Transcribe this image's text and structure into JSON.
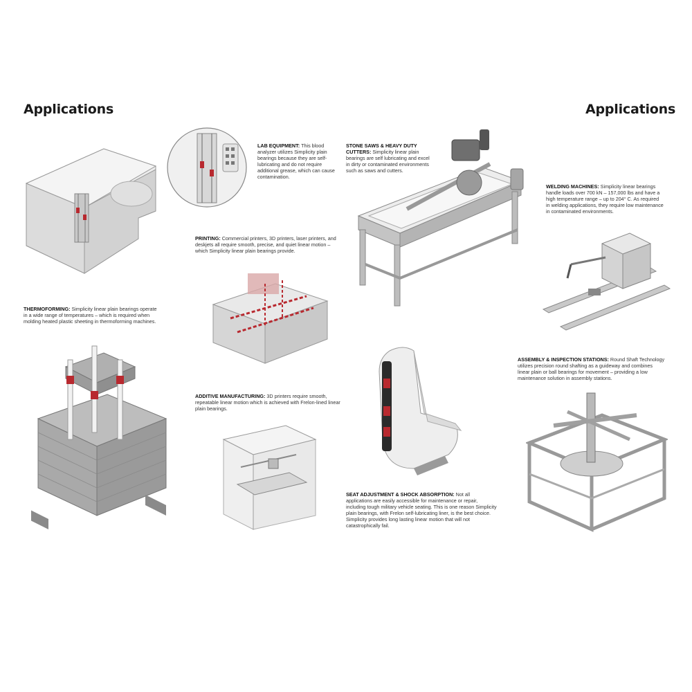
{
  "page": {
    "title_left": "Applications",
    "title_right": "Applications"
  },
  "captions": {
    "lab_equipment": {
      "heading": "LAB EQUIPMENT:",
      "body": "This blood analyzer utilizes Simplicity plain bearings because they are self-lubricating and do not require additional grease, which can cause contamination."
    },
    "stone_saws": {
      "heading": "STONE SAWS & HEAVY DUTY CUTTERS:",
      "body": "Simplicity linear plain bearings are self lubricating and excel in dirty or contaminated environments such as saws and cutters."
    },
    "welding": {
      "heading": "WELDING MACHINES:",
      "body": "Simplicity linear bearings handle loads over 700 kN – 157,000 lbs and have a high temperature range – up to 204° C. As required in welding applications, they require low maintenance in contaminated environments."
    },
    "printing": {
      "heading": "PRINTING:",
      "body": "Commercial printers, 3D printers, laser printers, and deskjets all require smooth, precise, and quiet linear motion – which Simplicity linear plain bearings provide."
    },
    "thermoforming": {
      "heading": "THERMOFORMING:",
      "body": "Simplicity linear plain bearings operate in a wide range of temperatures – which is required when molding heated plastic sheeting in thermoforming machines."
    },
    "assembly": {
      "heading": "ASSEMBLY & INSPECTION STATIONS:",
      "body": "Round Shaft Technology utilizes precision round shafting as a guideway and combines linear plain or ball bearings for movement – providing a low maintenance solution in assembly stations."
    },
    "additive": {
      "heading": "ADDITIVE MANUFACTURING:",
      "body": "3D printers require smooth, repeatable linear motion which is achieved with Frelon-lined linear plain bearings."
    },
    "seat": {
      "heading": "SEAT ADJUSTMENT & SHOCK ABSORPTION:",
      "body": "Not all applications are easily accessible for maintenance or repair, including tough military vehicle seating. This is one reason Simplicity plain bearings, with Frelon self-lubricating liner, is the best choice. Simplicity provides long lasting linear motion that will not catastrophically fail."
    }
  },
  "colors": {
    "accent_red": "#b8292f",
    "machine_gray": "#b9b9b9",
    "machine_light": "#e6e6e6",
    "machine_dark": "#8e8e8e"
  }
}
